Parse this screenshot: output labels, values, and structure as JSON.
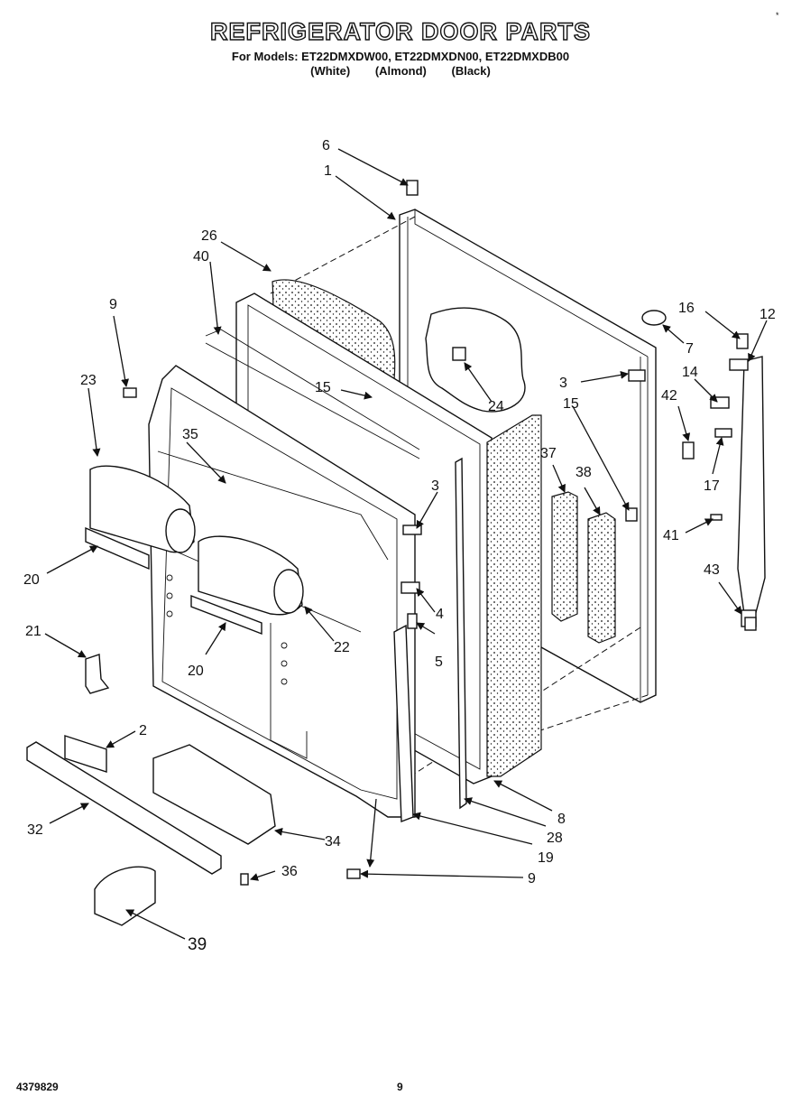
{
  "header": {
    "title": "REFRIGERATOR DOOR PARTS",
    "models_line": "For Models: ET22DMXDW00, ET22DMXDN00, ET22DMXDB00",
    "colors": [
      "(White)",
      "(Almond)",
      "(Black)"
    ]
  },
  "corner_mark": "*",
  "callouts": {
    "c1": "1",
    "c2": "2",
    "c3a": "3",
    "c3b": "3",
    "c4": "4",
    "c5": "5",
    "c6": "6",
    "c7": "7",
    "c8": "8",
    "c9a": "9",
    "c9b": "9",
    "c12": "12",
    "c14": "14",
    "c15a": "15",
    "c15b": "15",
    "c16": "16",
    "c17": "17",
    "c19": "19",
    "c20a": "20",
    "c20b": "20",
    "c21": "21",
    "c22": "22",
    "c23": "23",
    "c24": "24",
    "c26": "26",
    "c28": "28",
    "c32": "32",
    "c34": "34",
    "c35": "35",
    "c36": "36",
    "c37": "37",
    "c38": "38",
    "c39": "39",
    "c40": "40",
    "c41": "41",
    "c42": "42",
    "c43": "43"
  },
  "footer": {
    "doc_number": "4379829",
    "page_number": "9"
  }
}
